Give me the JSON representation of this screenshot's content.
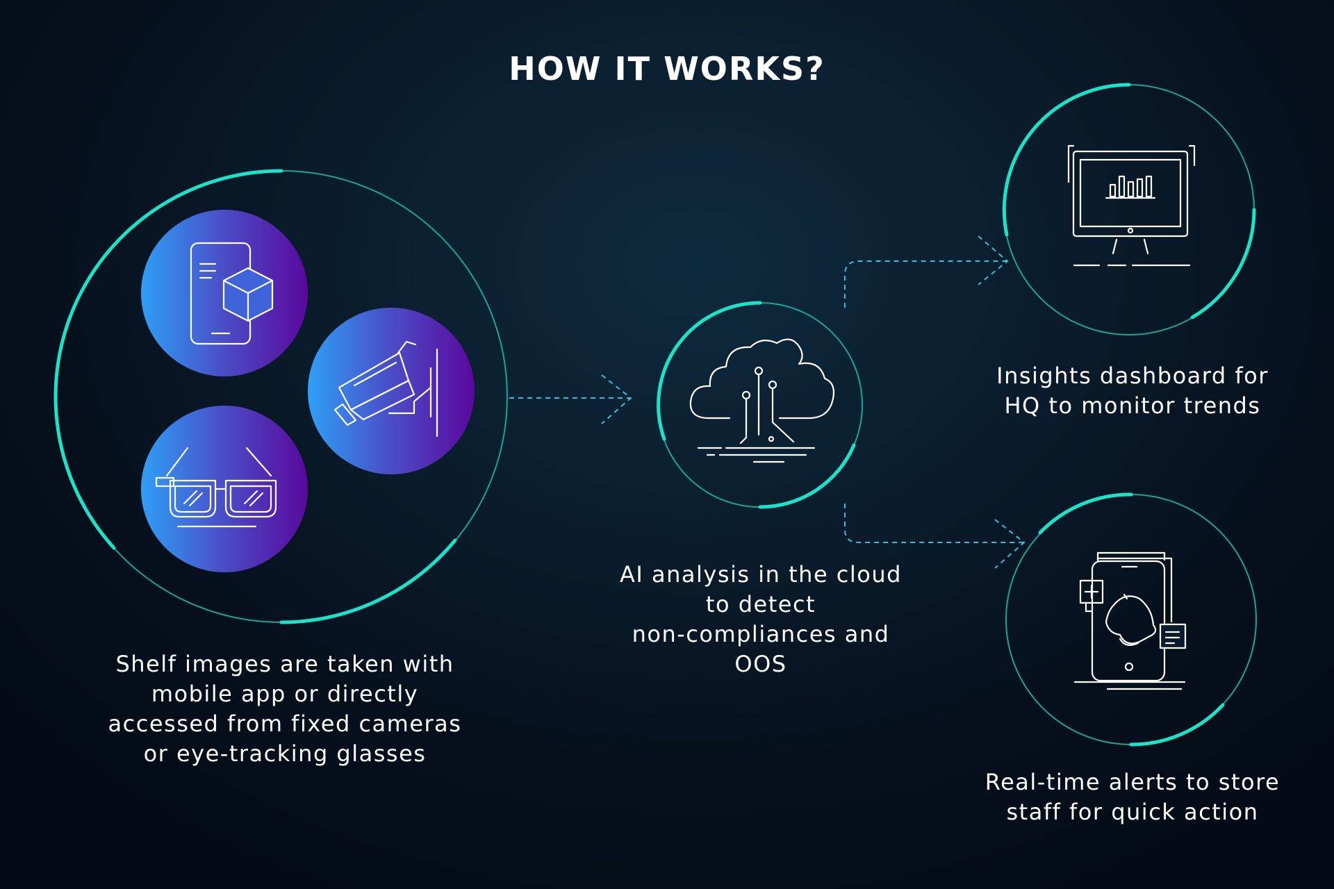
{
  "title": "HOW IT WORKS?",
  "steps": {
    "input": {
      "lines": [
        "Shelf images are taken with",
        "mobile app or directly",
        "accessed from fixed cameras",
        "or eye-tracking glasses"
      ],
      "icons": [
        "mobile-cube-icon",
        "security-camera-icon",
        "smart-glasses-icon"
      ]
    },
    "cloud": {
      "lines": [
        "AI analysis in the cloud",
        "to detect",
        "non-compliances and",
        "OOS"
      ],
      "icon": "cloud-circuit-icon"
    },
    "dashboard": {
      "lines": [
        "Insights dashboard for",
        "HQ to monitor trends"
      ],
      "icon": "monitor-bar-chart-icon"
    },
    "alerts": {
      "lines": [
        "Real-time alerts to store",
        "staff for quick action"
      ],
      "icon": "phone-bell-alert-icon"
    }
  },
  "colors": {
    "accent": "#19e3c8",
    "accent_dim": "#13a899",
    "connector": "#2ec3de",
    "gradient_start": "#2d9df6",
    "gradient_end": "#5a0a9e",
    "background": "#06111e"
  }
}
